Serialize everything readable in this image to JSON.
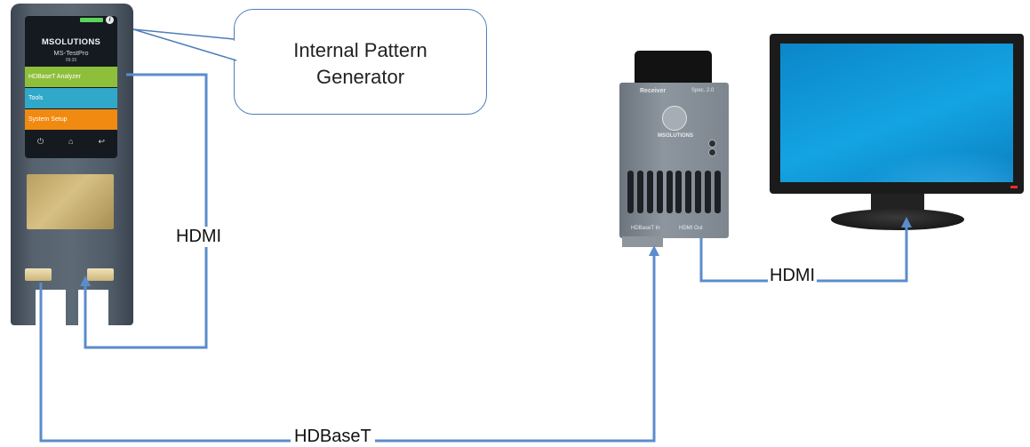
{
  "callout": {
    "line1": "Internal Pattern",
    "line2": "Generator"
  },
  "labels": {
    "hdmi_loop": "HDMI",
    "hdmi_rx_monitor": "HDMI",
    "hdbaset": "HDBaseT"
  },
  "tester": {
    "brand": "MSOLUTIONS",
    "model": "MS-TestPro",
    "clock": "09:30",
    "info_icon": "i",
    "menu": [
      "HDBaseT Analyzer",
      "Tools",
      "System Setup"
    ],
    "softkeys": [
      "power-icon",
      "home-icon",
      "back-icon"
    ]
  },
  "receiver": {
    "title": "Receiver",
    "spec": "Spec. 2.0",
    "brand": "MSOLUTIONS",
    "port_in": "HDBaseT In",
    "port_out": "HDMI Out"
  },
  "colors": {
    "connector": "#5b8ccc",
    "callout_border": "#4f7db9",
    "menu_green": "#8ebf3a",
    "menu_blue": "#2fa8c9",
    "menu_orange": "#f08a10"
  }
}
